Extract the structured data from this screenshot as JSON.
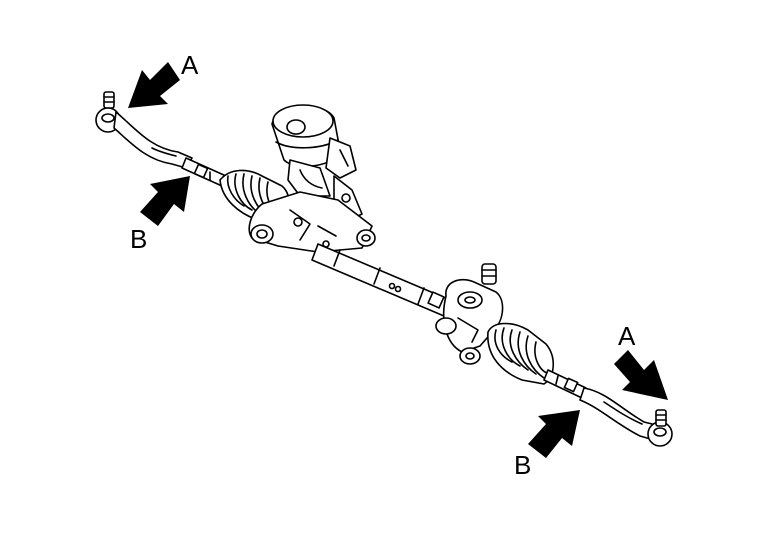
{
  "callouts": {
    "a_left": "A",
    "b_left": "B",
    "a_right": "A",
    "b_right": "B"
  },
  "colors": {
    "ink": "#000000",
    "background": "#ffffff"
  },
  "icons": {
    "callout_arrow": "filled-arrow-icon"
  }
}
